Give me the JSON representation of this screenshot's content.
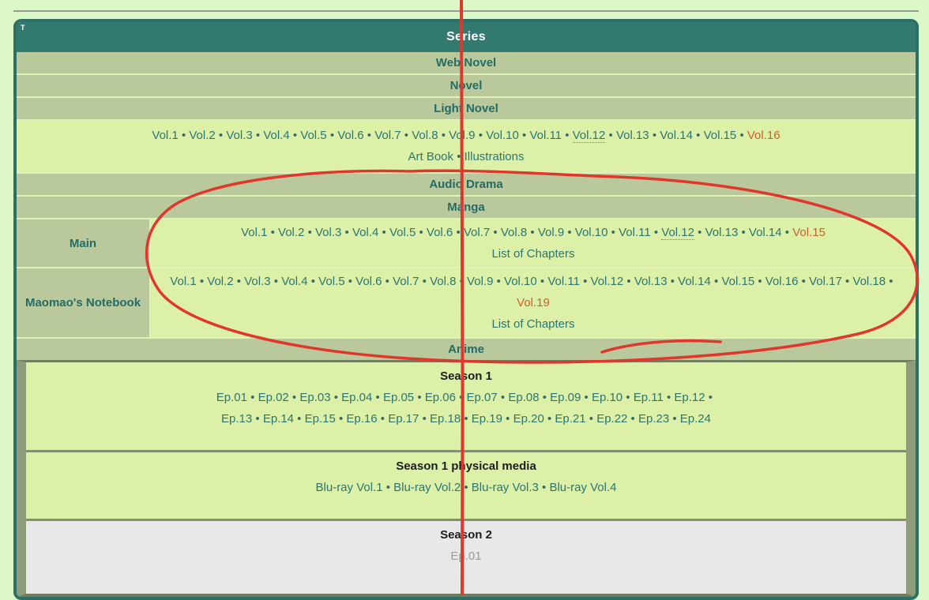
{
  "annotations": {
    "color": "#e0362c"
  },
  "navbox": {
    "corner_tag": "T",
    "title": "Series",
    "web_novel": {
      "label": "Web Novel"
    },
    "novel": {
      "label": "Novel"
    },
    "light_novel": {
      "label": "Light Novel",
      "volumes": [
        "Vol.1",
        "Vol.2",
        "Vol.3",
        "Vol.4",
        "Vol.5",
        "Vol.6",
        "Vol.7",
        "Vol.8",
        "Vol.9",
        "Vol.10",
        "Vol.11",
        {
          "t": "Vol.12",
          "u": "dotted"
        },
        "Vol.13",
        "Vol.14",
        "Vol.15",
        {
          "t": "Vol.16",
          "s": "new"
        }
      ],
      "extras": [
        "Art Book",
        "Illustrations"
      ]
    },
    "audio_drama": {
      "label": "Audio Drama"
    },
    "manga": {
      "label": "Manga",
      "main": {
        "label": "Main",
        "volumes": [
          "Vol.1",
          "Vol.2",
          "Vol.3",
          "Vol.4",
          "Vol.5",
          "Vol.6",
          "Vol.7",
          "Vol.8",
          "Vol.9",
          "Vol.10",
          "Vol.11",
          {
            "t": "Vol.12",
            "u": "dotted"
          },
          "Vol.13",
          "Vol.14",
          {
            "t": "Vol.15",
            "s": "new"
          }
        ],
        "chapters_label": "List of Chapters"
      },
      "notebook": {
        "label": "Maomao's Notebook",
        "volumes": [
          "Vol.1",
          "Vol.2",
          "Vol.3",
          "Vol.4",
          "Vol.5",
          "Vol.6",
          "Vol.7",
          "Vol.8",
          "Vol.9",
          "Vol.10",
          "Vol.11",
          "Vol.12",
          "Vol.13",
          "Vol.14",
          "Vol.15",
          "Vol.16",
          "Vol.17",
          "Vol.18"
        ],
        "upcoming": [
          {
            "t": "Vol.19",
            "s": "new"
          }
        ],
        "chapters_label": "List of Chapters"
      }
    },
    "anime": {
      "label": "Anime",
      "season1": {
        "title": "Season 1",
        "episodes_line1": [
          "Ep.01",
          "Ep.02",
          "Ep.03",
          "Ep.04",
          "Ep.05",
          "Ep.06",
          "Ep.07",
          "Ep.08",
          "Ep.09",
          "Ep.10",
          "Ep.11",
          "Ep.12"
        ],
        "episodes_line2": [
          "Ep.13",
          "Ep.14",
          "Ep.15",
          "Ep.16",
          "Ep.17",
          "Ep.18",
          "Ep.19",
          "Ep.20",
          "Ep.21",
          "Ep.22",
          "Ep.23",
          "Ep.24"
        ]
      },
      "physical": {
        "title": "Season 1 physical media",
        "items": [
          "Blu-ray Vol.1",
          "Blu-ray Vol.2",
          "Blu-ray Vol.3",
          "Blu-ray Vol.4"
        ]
      },
      "season2": {
        "title": "Season 2",
        "episodes": [
          {
            "t": "Ep.01",
            "s": "grey"
          }
        ]
      }
    }
  }
}
